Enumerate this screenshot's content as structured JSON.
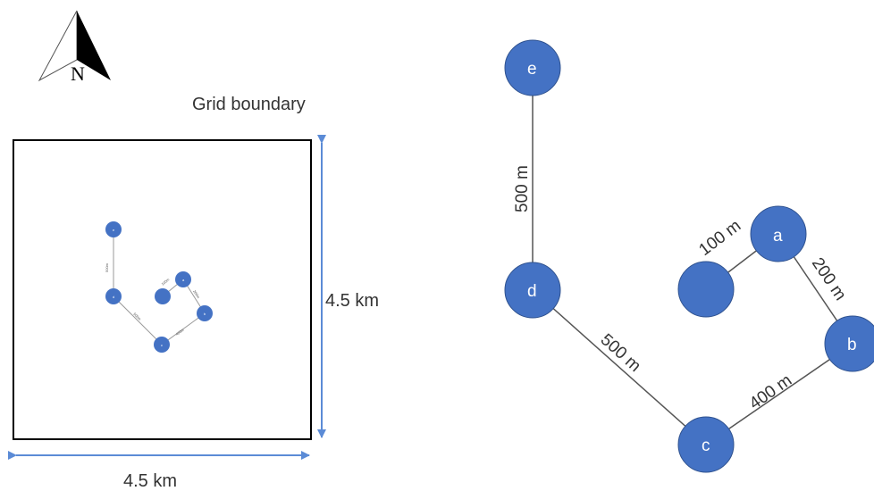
{
  "compass": {
    "letter": "N"
  },
  "grid": {
    "title": "Grid boundary",
    "width_label": "4.5 km",
    "height_label": "4.5 km"
  },
  "nodes": {
    "e": "e",
    "d": "d",
    "a": "a",
    "b": "b",
    "c": "c",
    "f": ""
  },
  "edges": {
    "e_d": "500 m",
    "d_c": "500 m",
    "c_b": "400 m",
    "b_a": "200 m",
    "a_f": "100 m"
  },
  "mini_edges": {
    "e_d": "500m",
    "d_c": "500m",
    "c_b": "400m",
    "b_a": "200m",
    "a_f": "100m"
  },
  "colors": {
    "node_fill": "#4472C4",
    "node_stroke": "#2F528F",
    "arrow": "#5B8BD6",
    "edge": "#555555",
    "grid_border": "#000000"
  }
}
